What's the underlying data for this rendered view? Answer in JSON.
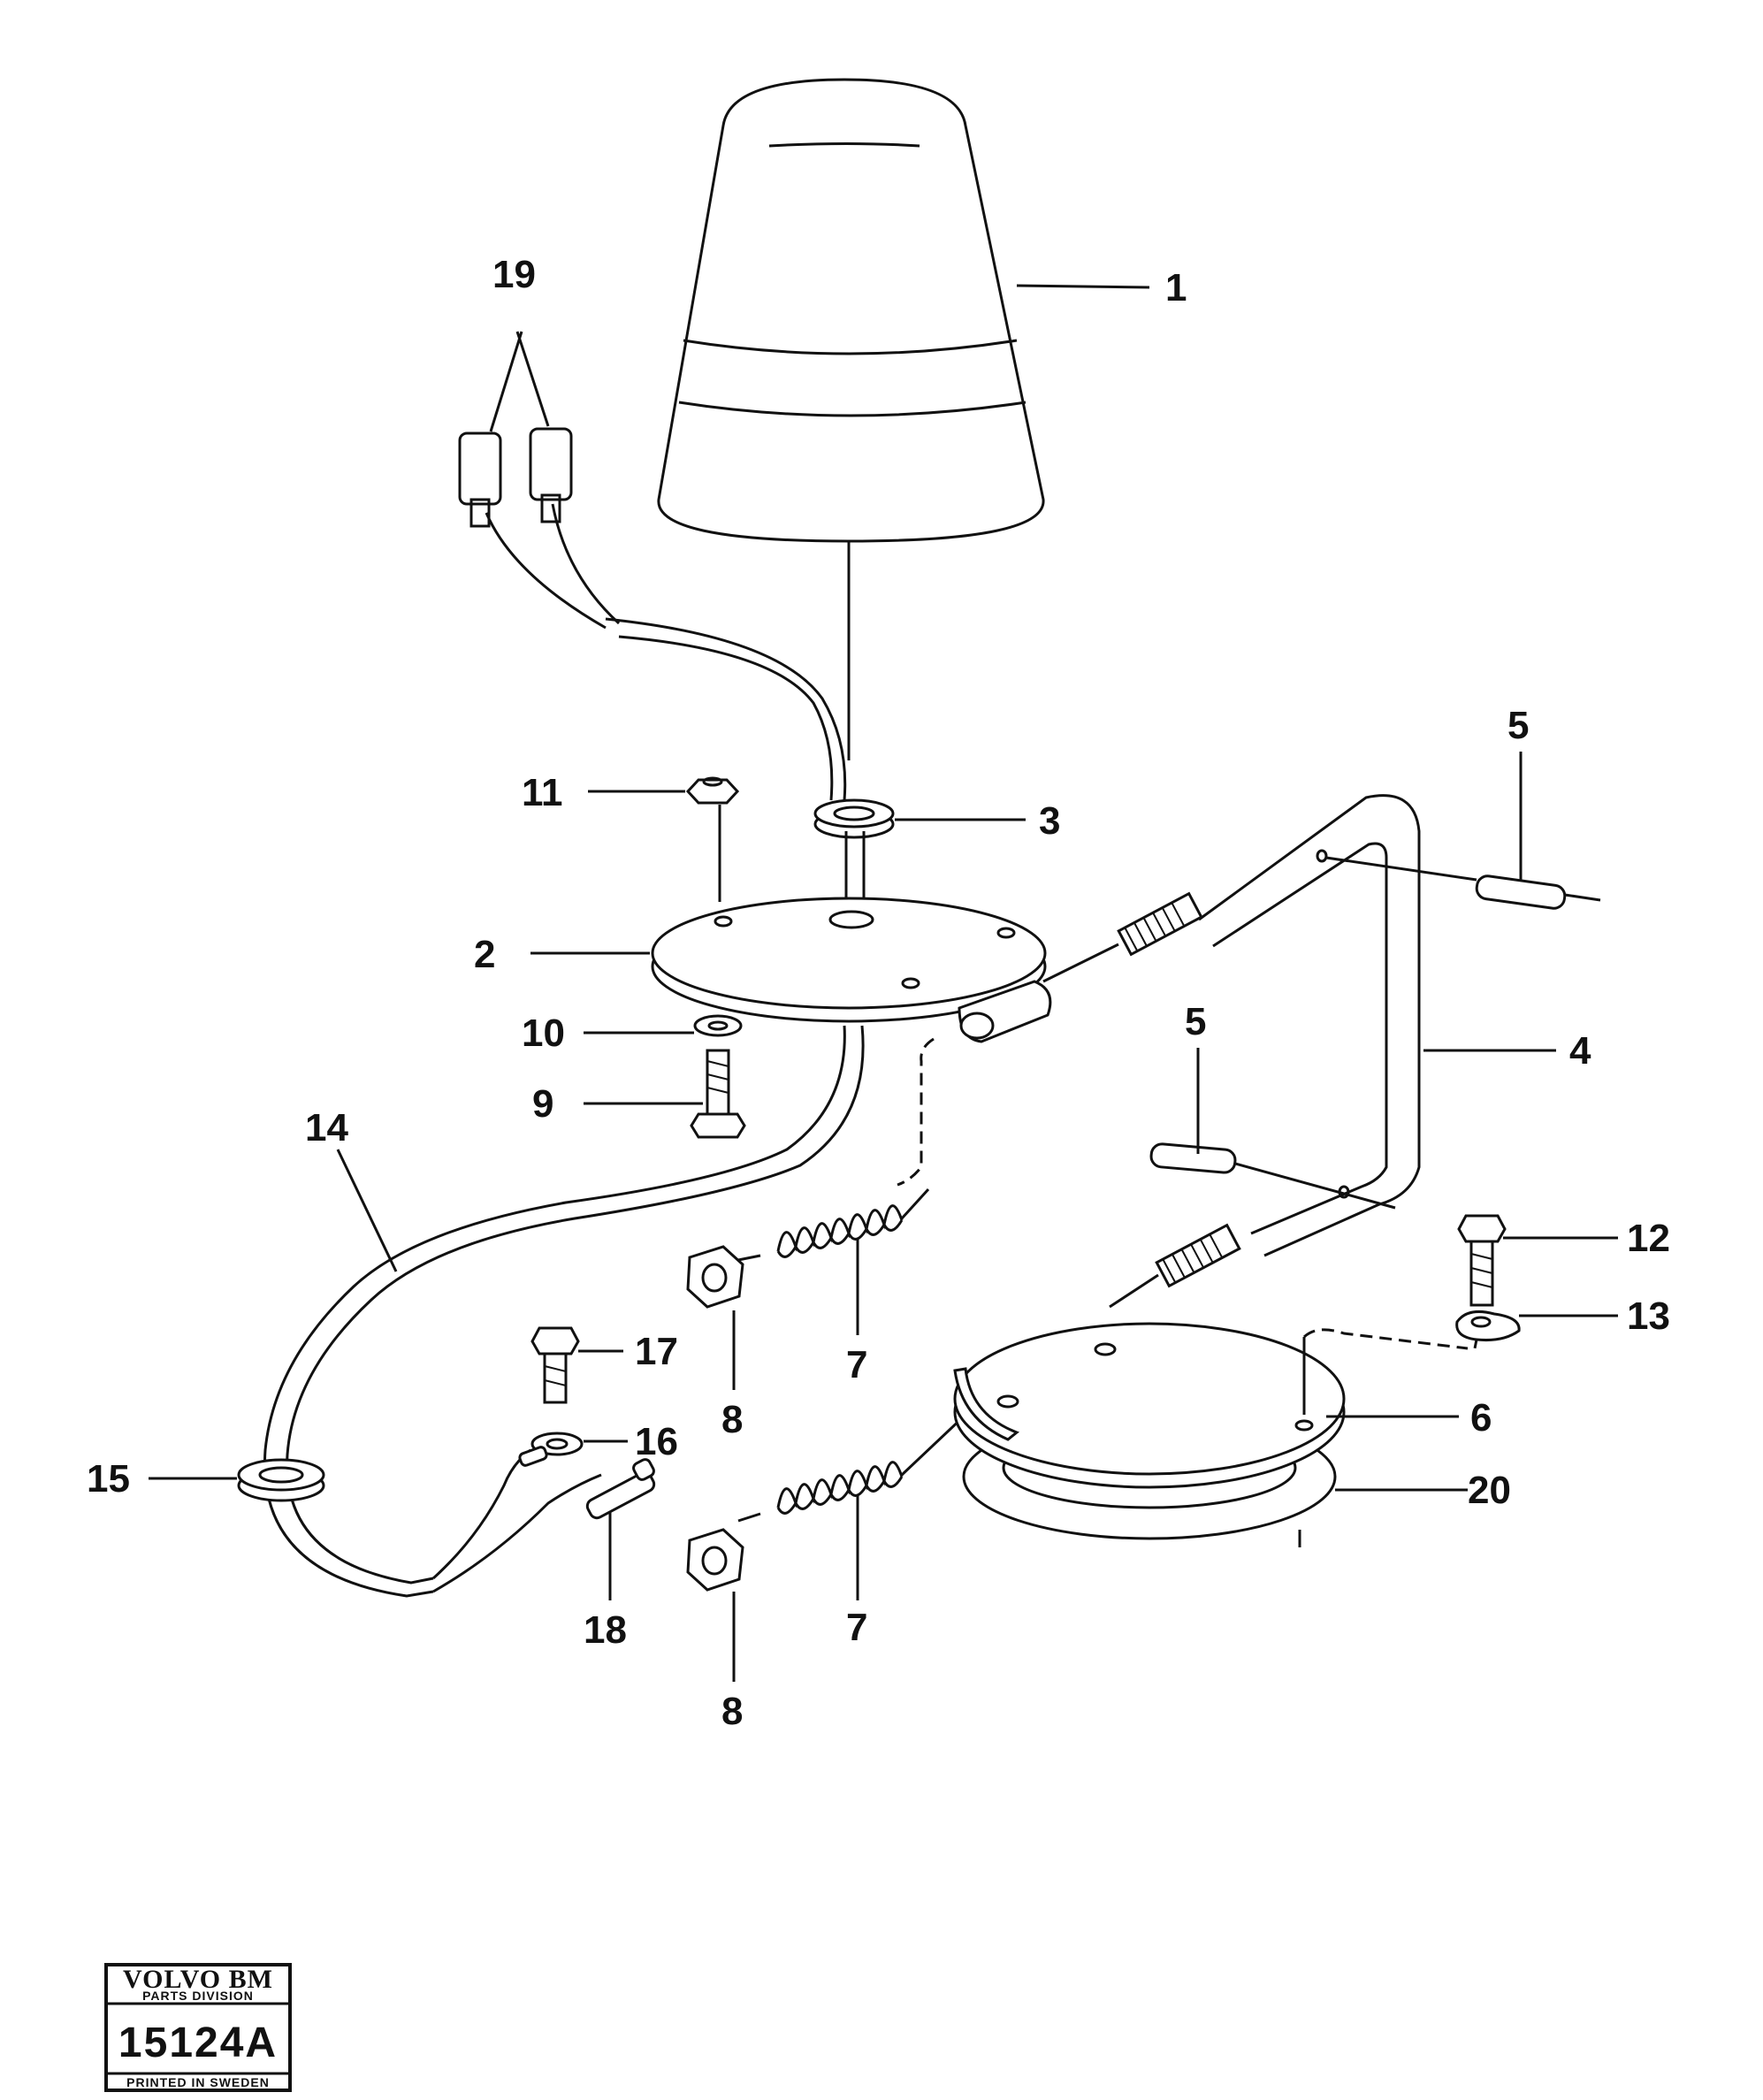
{
  "diagram": {
    "callouts": [
      {
        "id": "1",
        "text": "1"
      },
      {
        "id": "2",
        "text": "2"
      },
      {
        "id": "3",
        "text": "3"
      },
      {
        "id": "4",
        "text": "4"
      },
      {
        "id": "5a",
        "text": "5"
      },
      {
        "id": "5b",
        "text": "5"
      },
      {
        "id": "6",
        "text": "6"
      },
      {
        "id": "7a",
        "text": "7"
      },
      {
        "id": "7b",
        "text": "7"
      },
      {
        "id": "8a",
        "text": "8"
      },
      {
        "id": "8b",
        "text": "8"
      },
      {
        "id": "9",
        "text": "9"
      },
      {
        "id": "10",
        "text": "10"
      },
      {
        "id": "11",
        "text": "11"
      },
      {
        "id": "12",
        "text": "12"
      },
      {
        "id": "13",
        "text": "13"
      },
      {
        "id": "14",
        "text": "14"
      },
      {
        "id": "15",
        "text": "15"
      },
      {
        "id": "16",
        "text": "16"
      },
      {
        "id": "17",
        "text": "17"
      },
      {
        "id": "18",
        "text": "18"
      },
      {
        "id": "19",
        "text": "19"
      },
      {
        "id": "20",
        "text": "20"
      }
    ]
  },
  "stamp": {
    "brand": "VOLVO BM",
    "division": "PARTS DIVISION",
    "number": "15124A",
    "footer": "PRINTED IN SWEDEN"
  }
}
